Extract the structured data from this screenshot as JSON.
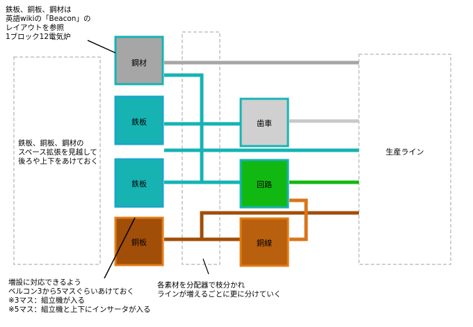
{
  "notes": {
    "layout_ref": "鉄板、銅板、鋼材は\n英語wikiの「Beacon」の\nレイアウトを参照\n1ブロック12電気炉",
    "space": "鉄板、銅板、鋼材の\nスペース拡張を見越して\n後ろや上下をあけておく",
    "expansion": "増設に対応できるよう\nベルコン3から5マスぐらいあけておく\n※3マス：組立機が入る\n※5マス：組立機と上下にインサータが入る",
    "splitter": "各素材を分配器で枝分かれ\nラインが増えるごとに更に分けていく"
  },
  "blocks": {
    "steel": "鋼材",
    "iron1": "鉄板",
    "iron2": "鉄板",
    "copper": "銅板",
    "gear": "歯車",
    "circuit": "回路",
    "wire": "銅線",
    "production": "生産ライン"
  },
  "colors": {
    "steel": "#a6a6a6",
    "iron": "#17b3b3",
    "copper": "#a14e08",
    "gear": "#d0d0d0",
    "circuit": "#12b812",
    "wire": "#b8600d",
    "dashed": "#a0a0a0"
  }
}
